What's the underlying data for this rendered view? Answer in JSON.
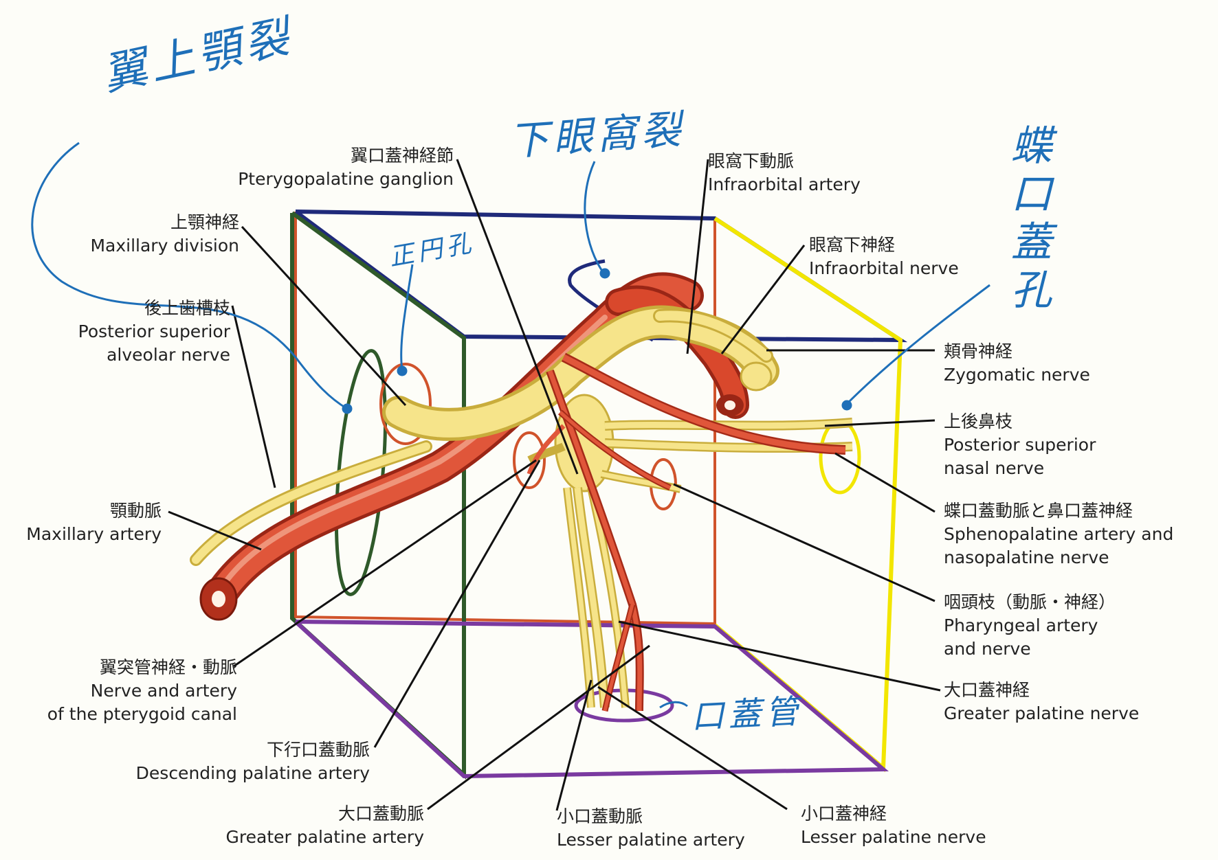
{
  "labels": {
    "pterygopalatine_ganglion": {
      "jp": "翼口蓋神経節",
      "en": "Pterygopalatine ganglion"
    },
    "maxillary_division": {
      "jp": "上顎神経",
      "en": "Maxillary division"
    },
    "posterior_superior_alveolar": {
      "jp": "後上歯槽枝",
      "en1": "Posterior superior",
      "en2": "alveolar nerve"
    },
    "maxillary_artery": {
      "jp": "顎動脈",
      "en": "Maxillary artery"
    },
    "pterygoid_canal": {
      "jp": "翼突管神経・動脈",
      "en1": "Nerve and artery",
      "en2": "of the pterygoid canal"
    },
    "descending_palatine": {
      "jp": "下行口蓋動脈",
      "en": "Descending palatine artery"
    },
    "greater_palatine_artery": {
      "jp": "大口蓋動脈",
      "en": "Greater palatine artery"
    },
    "lesser_palatine_artery": {
      "jp": "小口蓋動脈",
      "en": "Lesser palatine artery"
    },
    "lesser_palatine_nerve": {
      "jp": "小口蓋神経",
      "en": "Lesser palatine nerve"
    },
    "greater_palatine_nerve": {
      "jp": "大口蓋神経",
      "en": "Greater palatine nerve"
    },
    "pharyngeal": {
      "jp": "咽頭枝（動脈・神経）",
      "en1": "Pharyngeal artery",
      "en2": "and nerve"
    },
    "sphenopalatine": {
      "jp": "蝶口蓋動脈と鼻口蓋神経",
      "en1": "Sphenopalatine artery and",
      "en2": "nasopalatine nerve"
    },
    "posterior_superior_nasal": {
      "jp": "上後鼻枝",
      "en1": "Posterior superior",
      "en2": "nasal nerve"
    },
    "zygomatic_nerve": {
      "jp": "頬骨神経",
      "en": "Zygomatic nerve"
    },
    "infraorbital_nerve": {
      "jp": "眼窩下神経",
      "en": "Infraorbital nerve"
    },
    "infraorbital_artery": {
      "jp": "眼窩下動脈",
      "en": "Infraorbital artery"
    }
  },
  "handwritten": {
    "pterygomaxillary_fissure": "翼上顎裂",
    "inferior_orbital_fissure": "下眼窩裂",
    "foramen_rotundum": "正円孔",
    "sphenopalatine_foramen": "蝶口蓋孔",
    "palatine_canal": "口蓋管"
  },
  "colors": {
    "artery": "#d94a2b",
    "nerve": "#f3e27a",
    "annotation": "#1e6fb8",
    "box_top": "#1f2a7a",
    "box_bottom": "#7a3aa0",
    "box_left": "#2f5a2a",
    "box_right": "#f2e600",
    "box_back": "#d0532b"
  }
}
